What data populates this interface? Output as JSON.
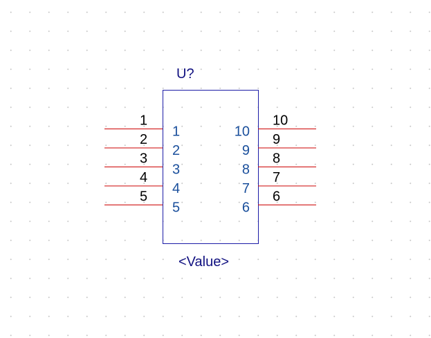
{
  "component": {
    "reference": "U?",
    "value": "<Value>",
    "left_pins": [
      {
        "pin_number": "1",
        "pin_name": "1"
      },
      {
        "pin_number": "2",
        "pin_name": "2"
      },
      {
        "pin_number": "3",
        "pin_name": "3"
      },
      {
        "pin_number": "4",
        "pin_name": "4"
      },
      {
        "pin_number": "5",
        "pin_name": "5"
      }
    ],
    "right_pins": [
      {
        "pin_number": "10",
        "pin_name": "10"
      },
      {
        "pin_number": "9",
        "pin_name": "9"
      },
      {
        "pin_number": "8",
        "pin_name": "8"
      },
      {
        "pin_number": "7",
        "pin_name": "7"
      },
      {
        "pin_number": "6",
        "pin_name": "6"
      }
    ]
  },
  "colors": {
    "body_outline": "#1a1aa6",
    "pin_line": "#cc0000",
    "pin_number_text": "#000000",
    "pin_name_text": "#1a4f9c",
    "label_text": "#101080"
  }
}
